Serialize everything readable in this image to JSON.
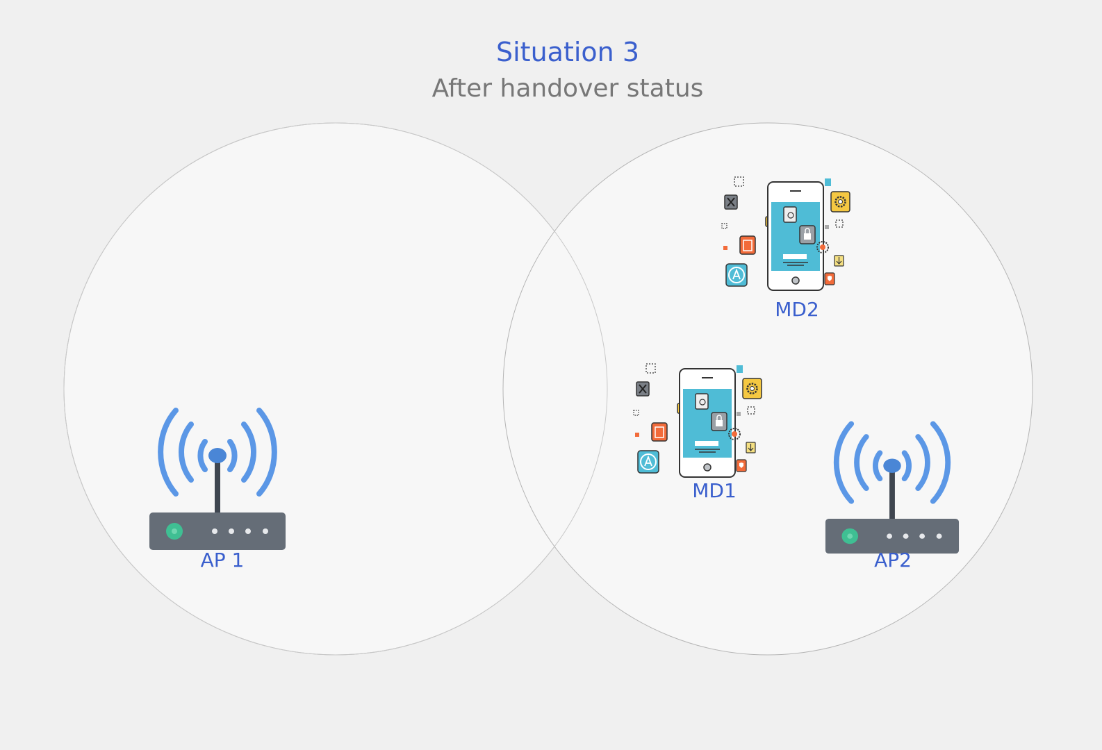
{
  "title": "Situation 3",
  "subtitle": "After handover status",
  "access_points": [
    {
      "label": "AP 1",
      "icon": "wifi-router-icon"
    },
    {
      "label": "AP2",
      "icon": "wifi-router-icon"
    }
  ],
  "mobile_devices": [
    {
      "label": "MD2",
      "icon": "smartphone-apps-icon"
    },
    {
      "label": "MD1",
      "icon": "smartphone-apps-icon"
    }
  ],
  "colors": {
    "background": "#f0f0f0",
    "coverage_fill": "#f7f7f7",
    "coverage_stroke": "#b5b5b5",
    "title": "#3a5fcd",
    "subtitle": "#777777",
    "wifi_waves": "#5b97e6",
    "router_body": "#656d77",
    "router_led": "#3fbf93",
    "screen": "#4fbcd6"
  }
}
